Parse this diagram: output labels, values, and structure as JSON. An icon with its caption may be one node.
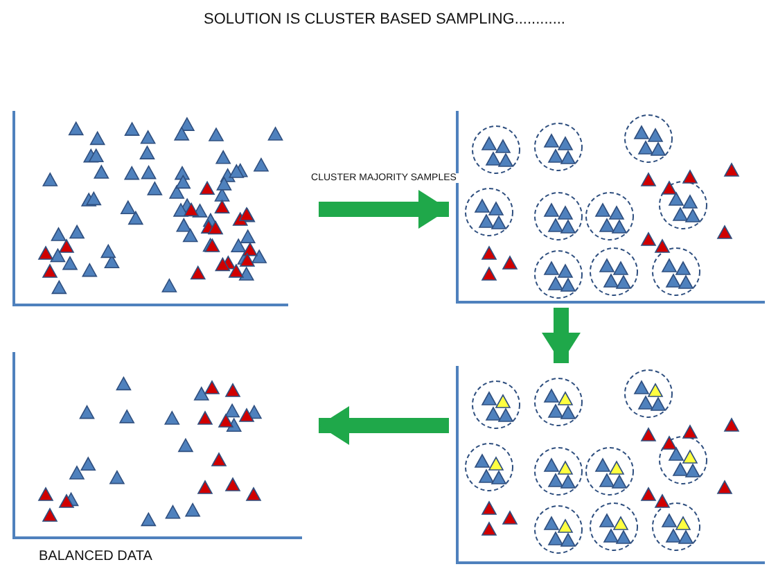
{
  "diagram": {
    "title": "SOLUTION IS CLUSTER BASED SAMPLING............",
    "nodes": [
      {
        "text": [],
        "shape": "picture"
      },
      {
        "text": [],
        "shape": "picture"
      },
      {
        "text": [],
        "shape": "picture"
      },
      {
        "text": [],
        "shape": "picture",
        "beside": [
          "BALANCED DATA"
        ]
      }
    ],
    "edges": [
      {
        "from": 0,
        "to": 1,
        "arrow": "to",
        "label": "CLUSTER MAJORITY SAMPLES"
      },
      {
        "from": 1,
        "to": 2,
        "arrow": "to"
      },
      {
        "from": 2,
        "to": 3,
        "arrow": "to"
      }
    ]
  }
}
